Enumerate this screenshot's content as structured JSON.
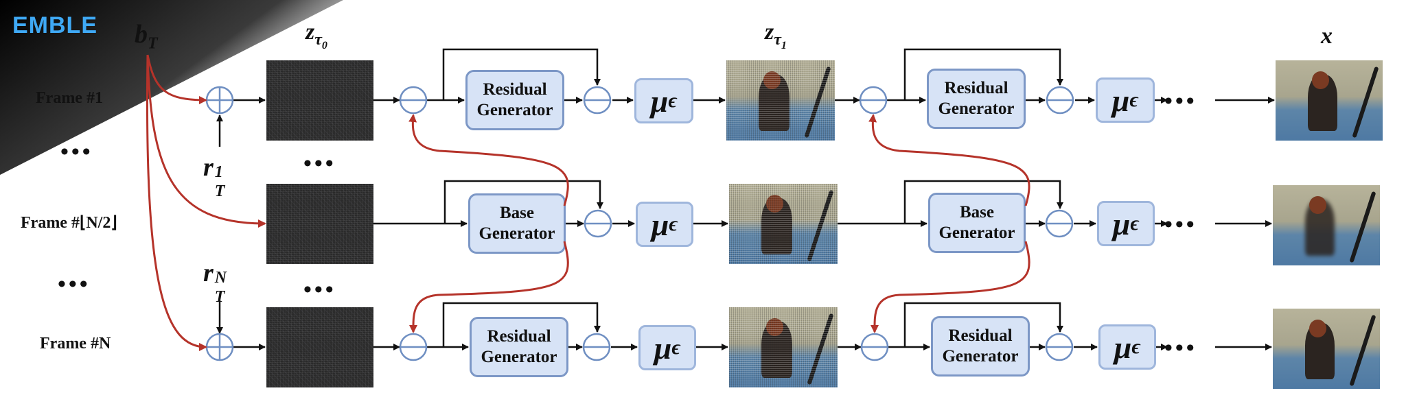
{
  "logo": {
    "text": "EMBLE",
    "color": "#3fa9f5"
  },
  "labels": {
    "b_T": {
      "base": "b",
      "sub": "T"
    },
    "z_tau0": {
      "base": "z",
      "sub": "τ",
      "subsub": "0"
    },
    "z_tau1": {
      "base": "z",
      "sub": "τ",
      "subsub": "1"
    },
    "x": "x",
    "r_T_1": {
      "base": "r",
      "sup": "1",
      "sub": "T"
    },
    "r_T_N": {
      "base": "r",
      "sup": "N",
      "sub": "T"
    }
  },
  "frames": {
    "frame1": "Frame #1",
    "frame_mid": "Frame #⌊N/2⌋",
    "frameN": "Frame #N",
    "dots": "•••"
  },
  "generators": {
    "residual": [
      "Residual",
      "Generator"
    ],
    "base": [
      "Base",
      "Generator"
    ]
  },
  "mu": {
    "base": "μ",
    "sub": "ϵ"
  },
  "colors": {
    "arrow": "#111111",
    "red_arrow": "#b5332a",
    "circle": "#6f8fc2",
    "box_fill": "#d7e3f6",
    "box_border": "#7c97c6"
  }
}
